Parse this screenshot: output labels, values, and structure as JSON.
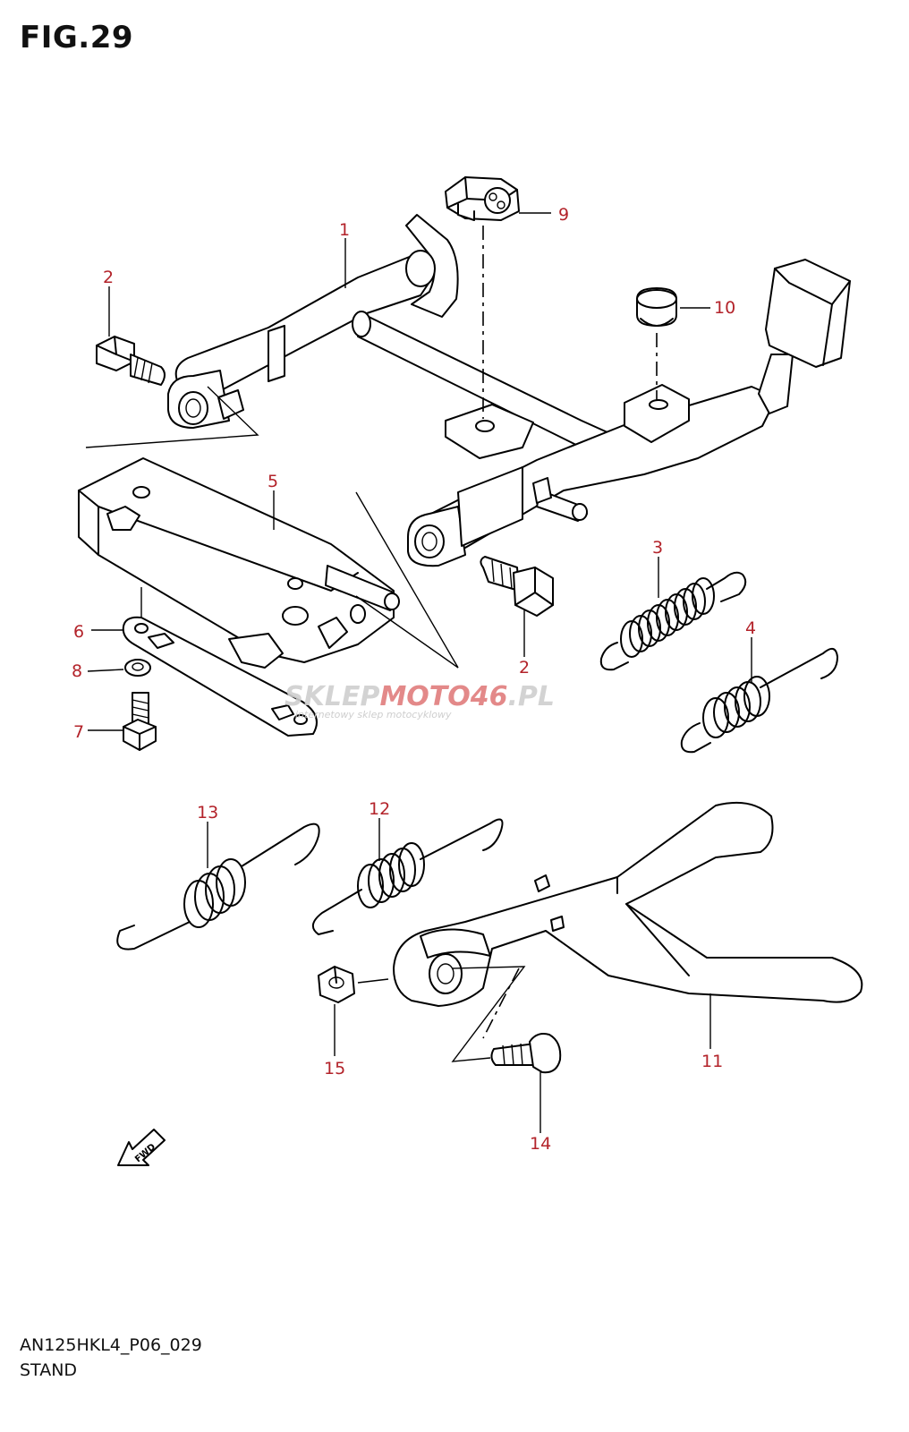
{
  "figure": {
    "title": "FIG.29",
    "model_code": "AN125HKL4_P06_029",
    "name": "STAND"
  },
  "callouts": [
    {
      "id": "c1",
      "label": "1"
    },
    {
      "id": "c2a",
      "label": "2"
    },
    {
      "id": "c2b",
      "label": "2"
    },
    {
      "id": "c3",
      "label": "3"
    },
    {
      "id": "c4",
      "label": "4"
    },
    {
      "id": "c5",
      "label": "5"
    },
    {
      "id": "c6",
      "label": "6"
    },
    {
      "id": "c7",
      "label": "7"
    },
    {
      "id": "c8",
      "label": "8"
    },
    {
      "id": "c9",
      "label": "9"
    },
    {
      "id": "c10",
      "label": "10"
    },
    {
      "id": "c11",
      "label": "11"
    },
    {
      "id": "c12",
      "label": "12"
    },
    {
      "id": "c13",
      "label": "13"
    },
    {
      "id": "c14",
      "label": "14"
    },
    {
      "id": "c15",
      "label": "15"
    }
  ],
  "direction_arrow": {
    "label": "FWD"
  },
  "watermark": {
    "brand_part1": "SKLEP",
    "brand_part2": "MOTO",
    "brand_part3": "46",
    "brand_part4": ".PL",
    "tagline": "internetowy sklep motocyklowy",
    "colors": {
      "grey": "#cfcfcf",
      "red": "#e07d7d"
    }
  },
  "colors": {
    "callout": "#b3232a",
    "line": "#000000"
  }
}
